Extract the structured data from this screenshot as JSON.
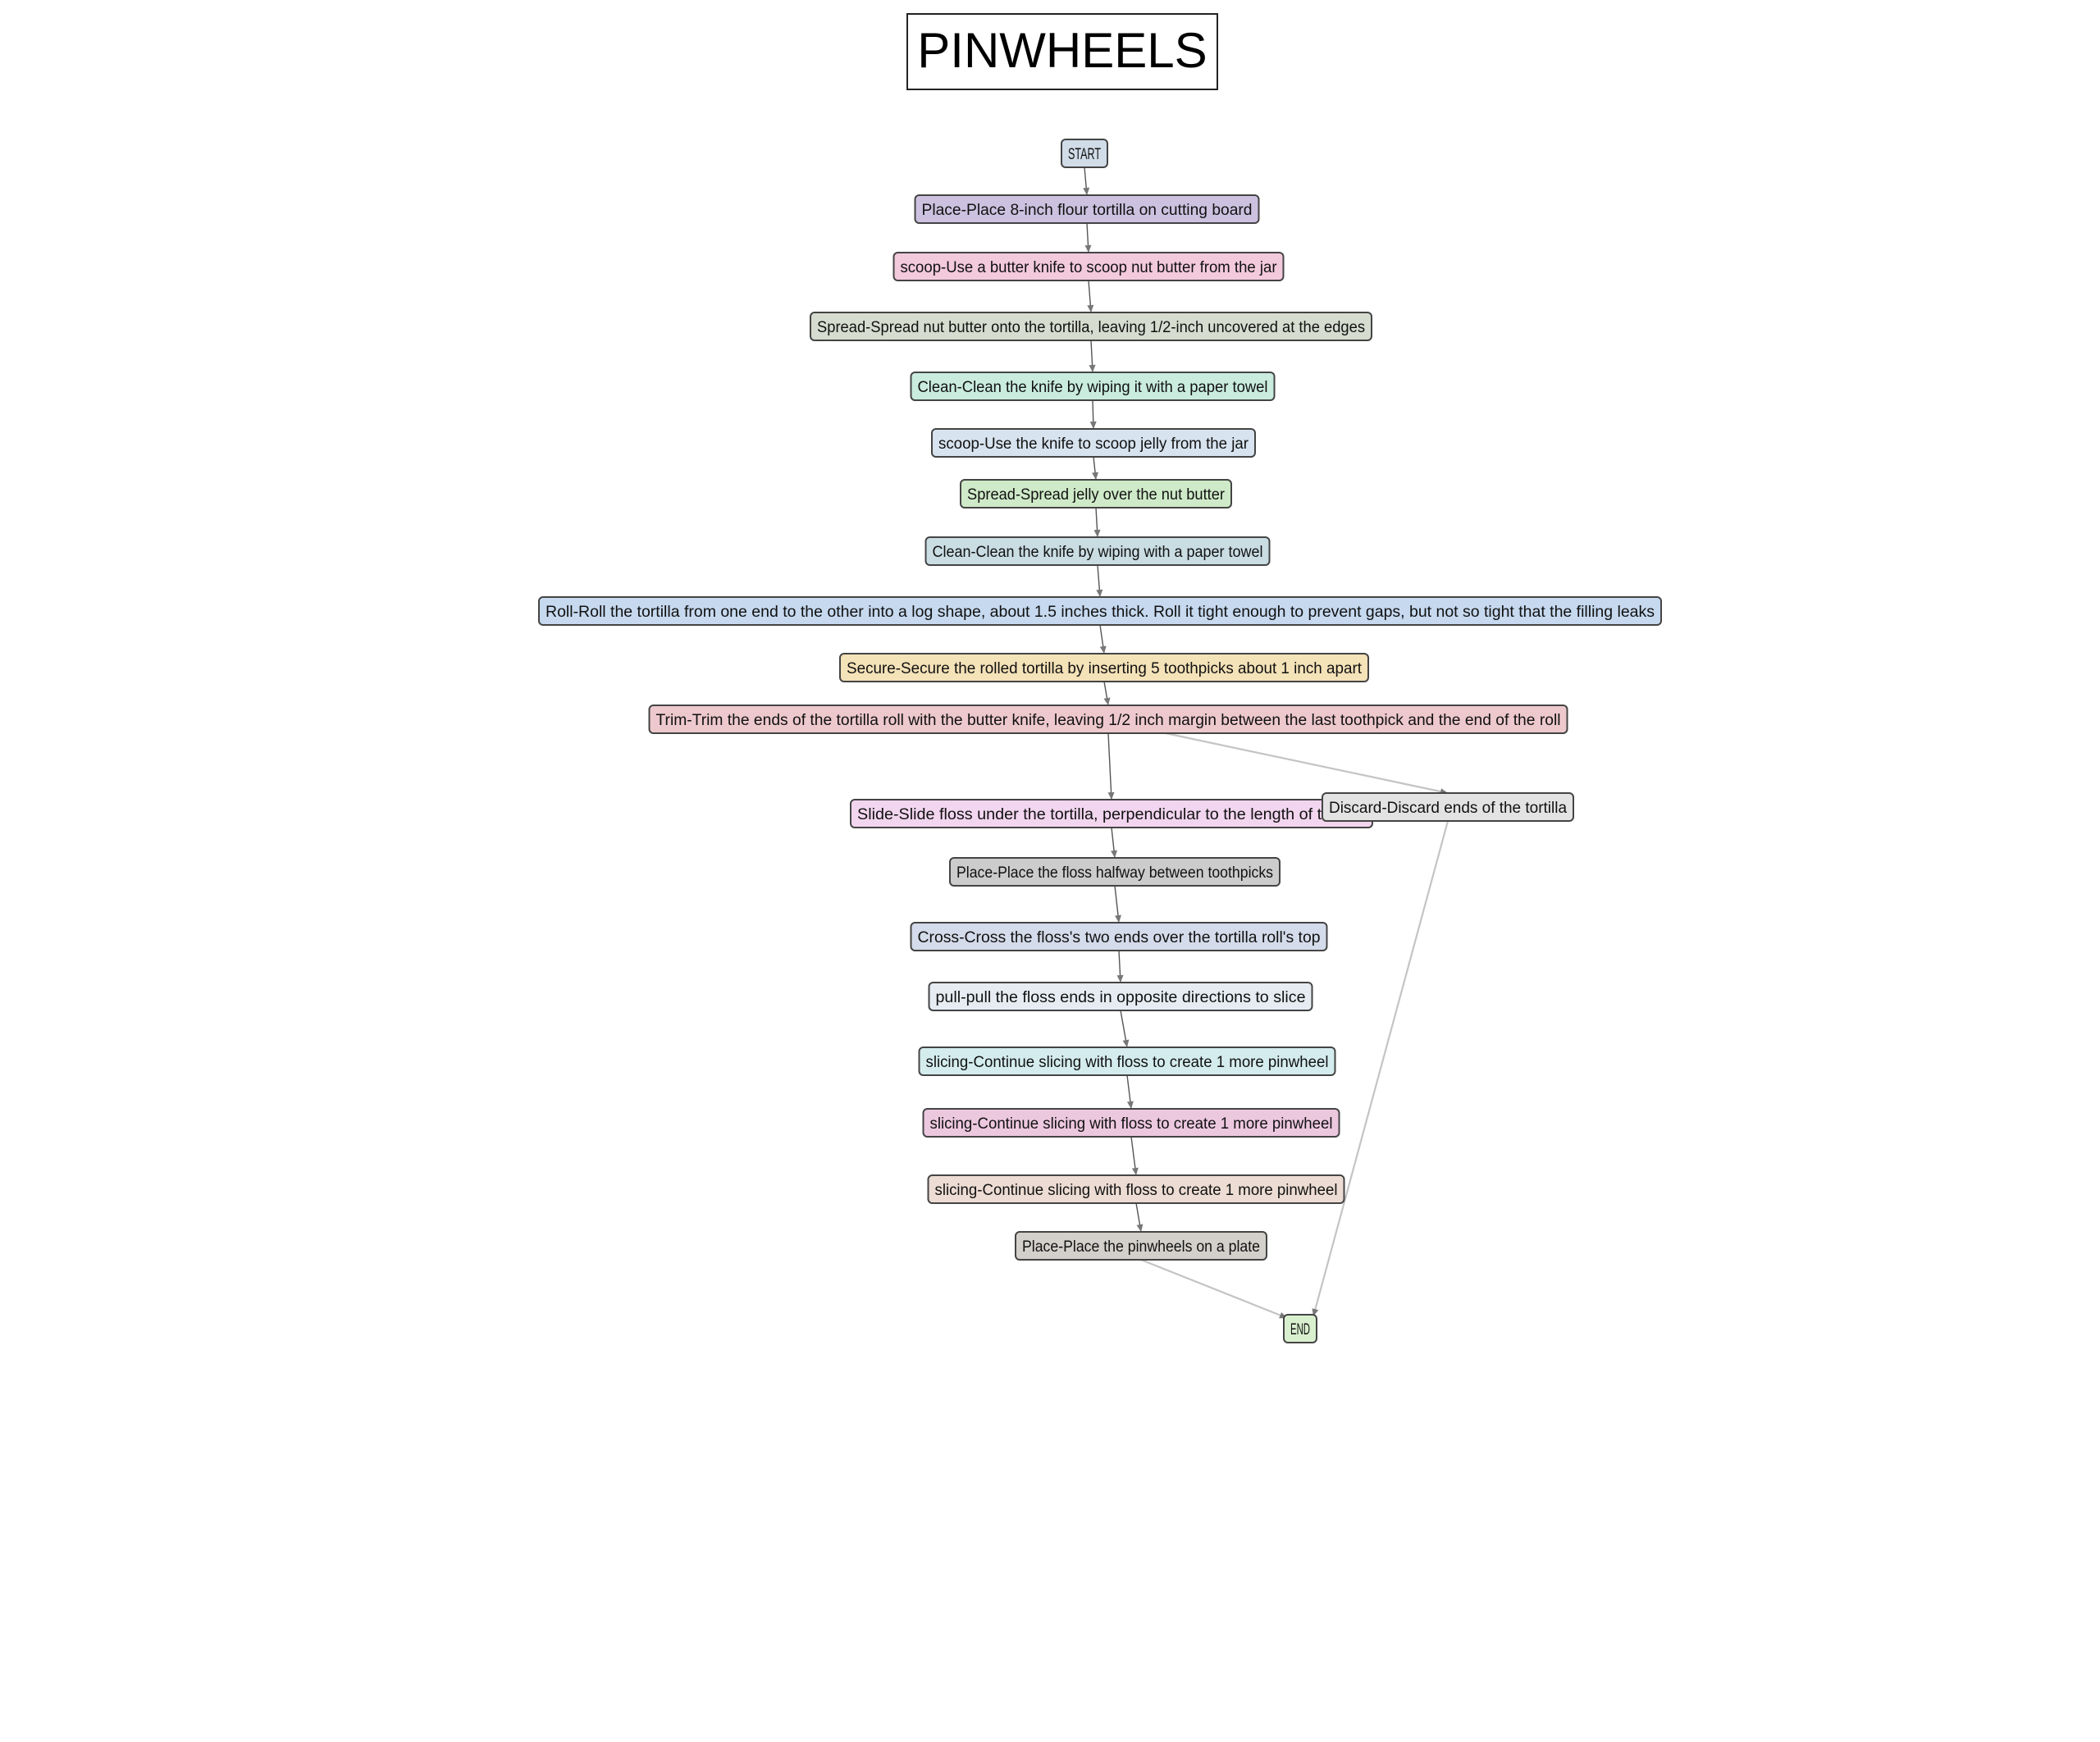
{
  "title": "PINWHEELS",
  "nodes": [
    {
      "id": "start",
      "label": "START",
      "color": "#d0dce8"
    },
    {
      "id": "n1",
      "label": "Place-Place 8-inch flour tortilla on cutting board",
      "color": "#ccc2e0"
    },
    {
      "id": "n2",
      "label": "scoop-Use a butter knife to scoop nut butter from the jar",
      "color": "#f3c9dc"
    },
    {
      "id": "n3",
      "label": "Spread-Spread nut butter onto the tortilla, leaving 1/2-inch uncovered at the edges",
      "color": "#d6dccf"
    },
    {
      "id": "n4",
      "label": "Clean-Clean the knife by wiping it with a paper towel",
      "color": "#c9ecdf"
    },
    {
      "id": "n5",
      "label": "scoop-Use the knife to scoop jelly from the jar",
      "color": "#d7e3ee"
    },
    {
      "id": "n6",
      "label": "Spread-Spread jelly over the nut butter",
      "color": "#cfeac8"
    },
    {
      "id": "n7",
      "label": "Clean-Clean the knife by wiping with a paper towel",
      "color": "#c9dde3"
    },
    {
      "id": "n8",
      "label": "Roll-Roll the tortilla from one end to the other into a log shape, about 1.5 inches thick. Roll it tight enough to prevent gaps, but not so tight that the filling leaks",
      "color": "#c6d9ef"
    },
    {
      "id": "n9",
      "label": "Secure-Secure the rolled tortilla by inserting 5 toothpicks about 1 inch apart",
      "color": "#f4e2b8"
    },
    {
      "id": "n10",
      "label": "Trim-Trim the ends of the tortilla roll with the butter knife, leaving 1/2 inch margin between the last toothpick and the end of the roll",
      "color": "#edc8cc"
    },
    {
      "id": "n11",
      "label": "Slide-Slide floss under the tortilla, perpendicular to the length of the roll",
      "color": "#f2d5ef"
    },
    {
      "id": "n12",
      "label": "Discard-Discard ends of the tortilla",
      "color": "#e3e3e3"
    },
    {
      "id": "n13",
      "label": "Place-Place the floss halfway between toothpicks",
      "color": "#cccccc"
    },
    {
      "id": "n14",
      "label": "Cross-Cross the floss's two ends over the tortilla roll's top",
      "color": "#d4dbea"
    },
    {
      "id": "n15",
      "label": "pull-pull the floss ends in opposite directions to slice",
      "color": "#e6ecf2"
    },
    {
      "id": "n16",
      "label": "slicing-Continue slicing with floss to create 1 more pinwheel",
      "color": "#d4ecee"
    },
    {
      "id": "n17",
      "label": "slicing-Continue slicing with floss to create 1 more pinwheel",
      "color": "#ecc8df"
    },
    {
      "id": "n18",
      "label": "slicing-Continue slicing with floss to create 1 more pinwheel",
      "color": "#ecdcd3"
    },
    {
      "id": "n19",
      "label": "Place-Place the pinwheels on a plate",
      "color": "#d3d0cb"
    },
    {
      "id": "end",
      "label": "END",
      "color": "#d9f0cf"
    }
  ],
  "edges": [
    [
      "start",
      "n1"
    ],
    [
      "n1",
      "n2"
    ],
    [
      "n2",
      "n3"
    ],
    [
      "n3",
      "n4"
    ],
    [
      "n4",
      "n5"
    ],
    [
      "n5",
      "n6"
    ],
    [
      "n6",
      "n7"
    ],
    [
      "n7",
      "n8"
    ],
    [
      "n8",
      "n9"
    ],
    [
      "n9",
      "n10"
    ],
    [
      "n10",
      "n11"
    ],
    [
      "n10",
      "n12"
    ],
    [
      "n11",
      "n13"
    ],
    [
      "n13",
      "n14"
    ],
    [
      "n14",
      "n15"
    ],
    [
      "n15",
      "n16"
    ],
    [
      "n16",
      "n17"
    ],
    [
      "n17",
      "n18"
    ],
    [
      "n18",
      "n19"
    ],
    [
      "n19",
      "end"
    ],
    [
      "n12",
      "end"
    ]
  ]
}
